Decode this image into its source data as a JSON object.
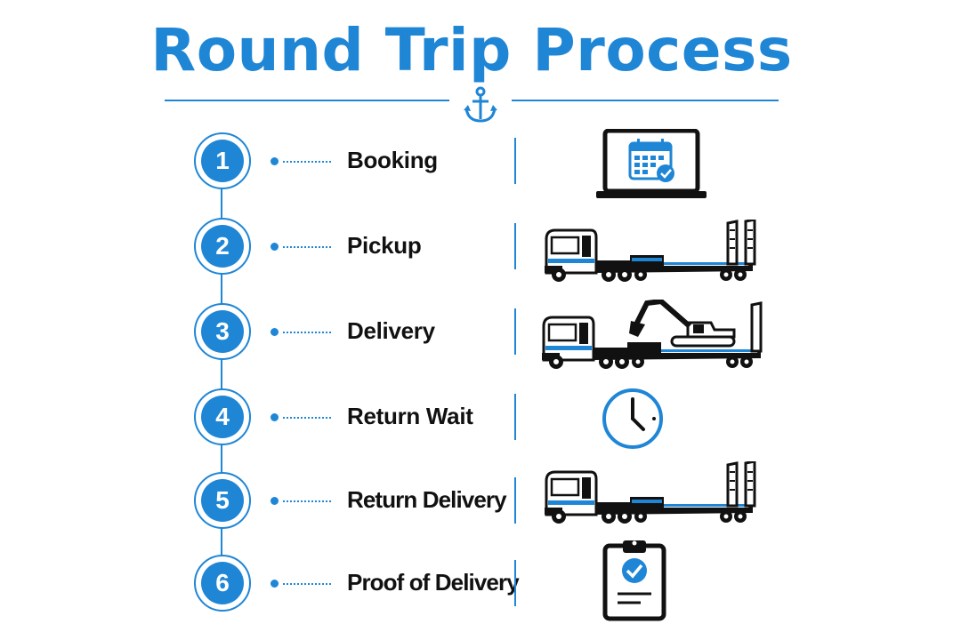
{
  "title": "Round Trip Process",
  "colors": {
    "accent": "#1f86d6",
    "ink": "#111111",
    "background": "#ffffff"
  },
  "steps": [
    {
      "number": "1",
      "label": "Booking",
      "icon": "laptop-calendar-icon"
    },
    {
      "number": "2",
      "label": "Pickup",
      "icon": "truck-lowboy-trailer-icon"
    },
    {
      "number": "3",
      "label": "Delivery",
      "icon": "truck-with-excavator-icon"
    },
    {
      "number": "4",
      "label": "Return Wait",
      "icon": "clock-icon"
    },
    {
      "number": "5",
      "label": "Return Delivery",
      "icon": "truck-lowboy-trailer-icon"
    },
    {
      "number": "6",
      "label": "Proof of Delivery",
      "icon": "clipboard-check-icon"
    }
  ]
}
